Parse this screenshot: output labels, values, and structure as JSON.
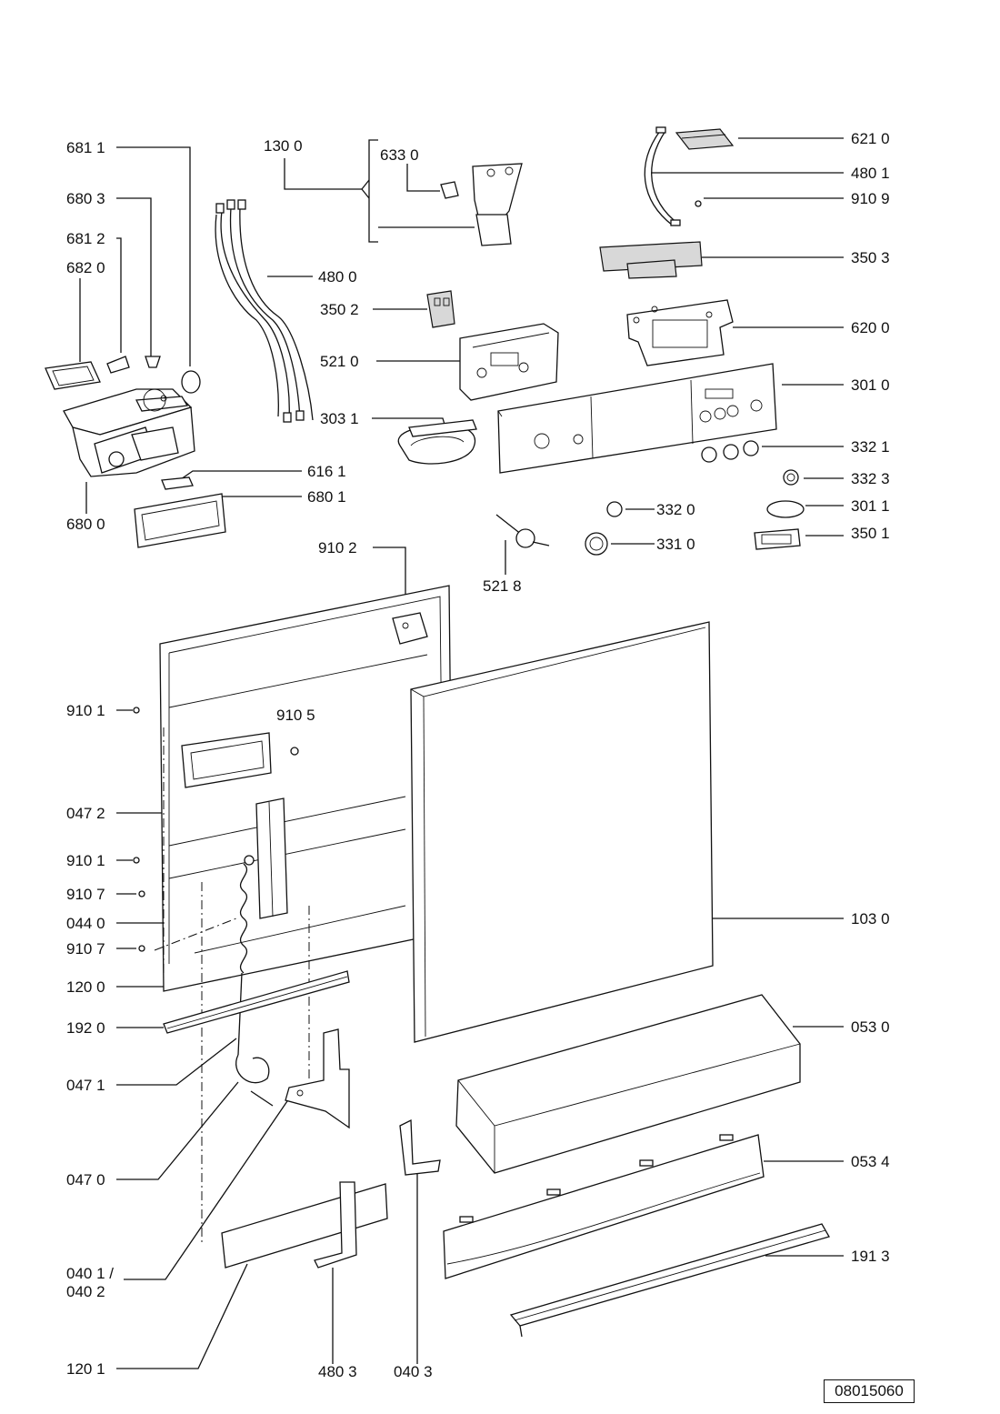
{
  "labels": {
    "p6811": "681 1",
    "p6803": "680 3",
    "p6812": "681 2",
    "p6820": "682 0",
    "p6800": "680 0",
    "p6161": "616 1",
    "p6801": "680 1",
    "p1300": "130 0",
    "p6330": "633 0",
    "p4800": "480 0",
    "p3502": "350 2",
    "p5210": "521 0",
    "p3031": "303 1",
    "p6210": "621 0",
    "p4801": "480 1",
    "p9109": "910 9",
    "p3503": "350 3",
    "p6200": "620 0",
    "p3010": "301 0",
    "p3321": "332 1",
    "p3323": "332 3",
    "p3320": "332 0",
    "p3011": "301 1",
    "p3310": "331 0",
    "p3501": "350 1",
    "p5218": "521 8",
    "p9102": "910 2",
    "p9101a": "910 1",
    "p9105": "910 5",
    "p0472": "047 2",
    "p9101b": "910 1",
    "p9107a": "910 7",
    "p0440": "044 0",
    "p9107b": "910 7",
    "p1200": "120 0",
    "p1920": "192 0",
    "p0471": "047 1",
    "p0470": "047 0",
    "p0401": "040 1 /",
    "p0402": "040 2",
    "p1201": "120 1",
    "p4803": "480 3",
    "p0403": "040 3",
    "p1030": "103 0",
    "p0530": "053 0",
    "p0534": "053 4",
    "p1913": "191 3"
  },
  "document_id": "08015060"
}
